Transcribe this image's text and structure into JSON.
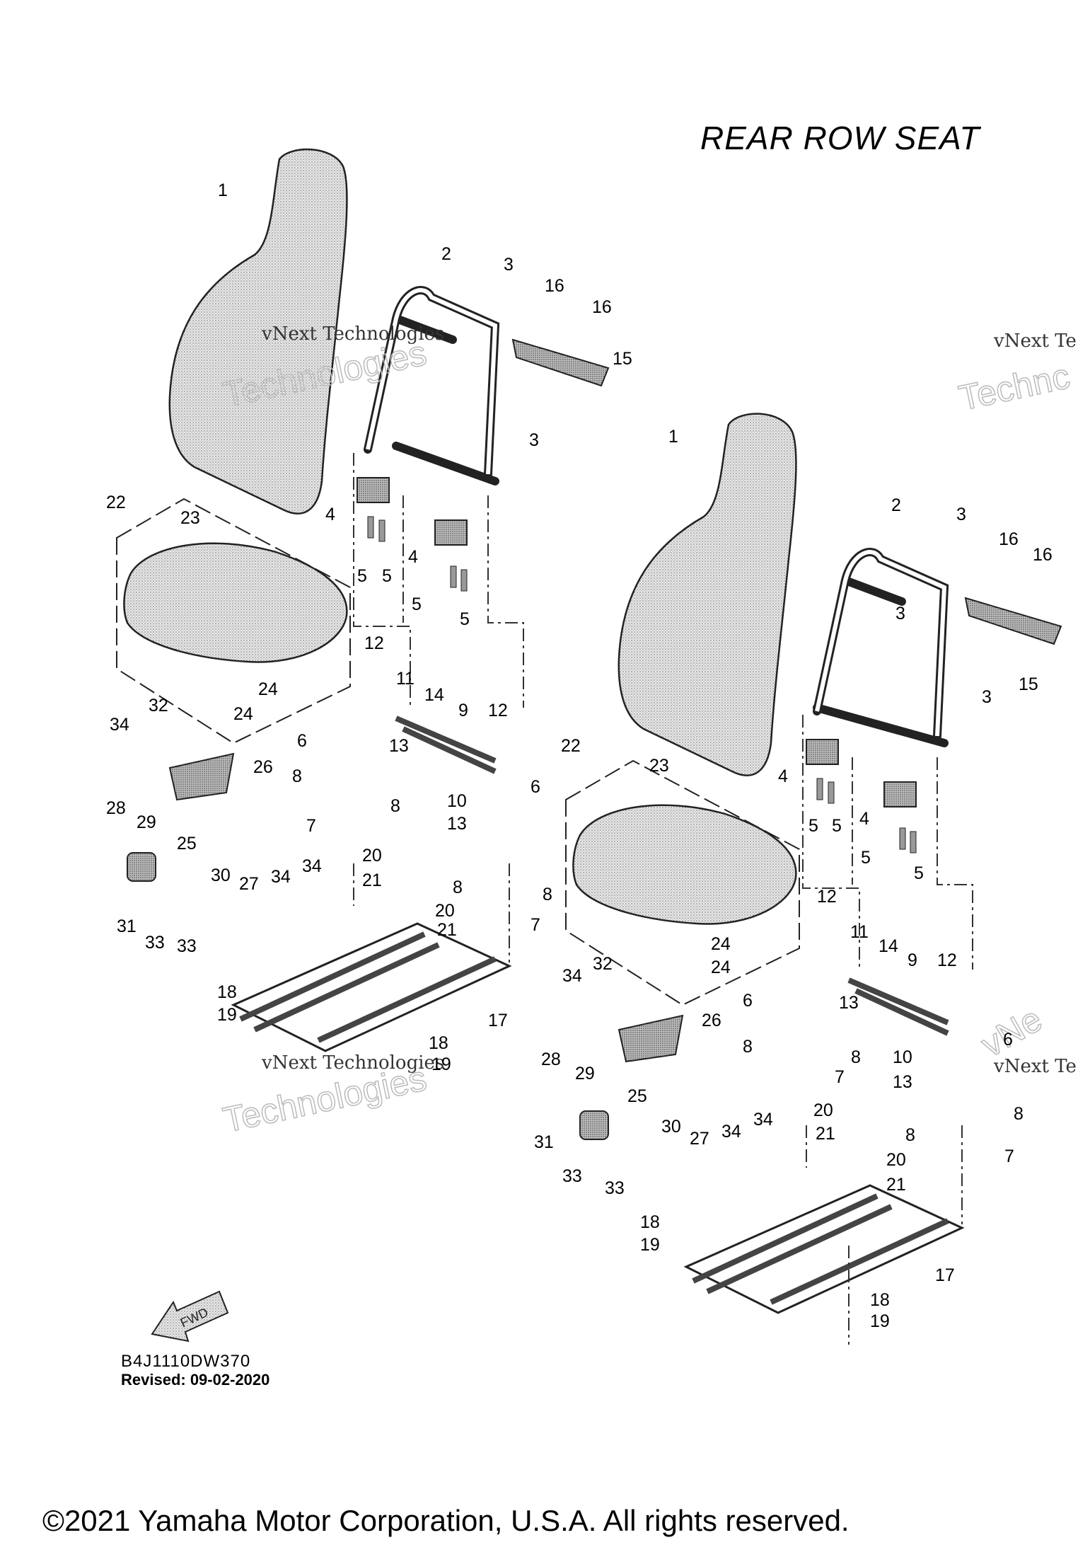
{
  "title": "REAR ROW SEAT",
  "diagram_code": "B4J1110DW370",
  "revised": "Revised: 09-02-2020",
  "copyright": "©2021 Yamaha Motor Corporation, U.S.A. All rights reserved.",
  "fwd_arrow_label": "FWD",
  "watermark_lines": [
    "vNext Technologies",
    "Technologies"
  ],
  "watermark_fragment": "vNext Te",
  "watermark_fragment_big": "Technc",
  "watermark_big_fragment_short": "vNe",
  "callouts": [
    "1",
    "2",
    "3",
    "4",
    "5",
    "6",
    "7",
    "8",
    "9",
    "10",
    "11",
    "12",
    "13",
    "14",
    "15",
    "16",
    "17",
    "18",
    "19",
    "20",
    "21",
    "22",
    "23",
    "24",
    "25",
    "26",
    "27",
    "28",
    "29",
    "30",
    "31",
    "32",
    "33",
    "34"
  ]
}
